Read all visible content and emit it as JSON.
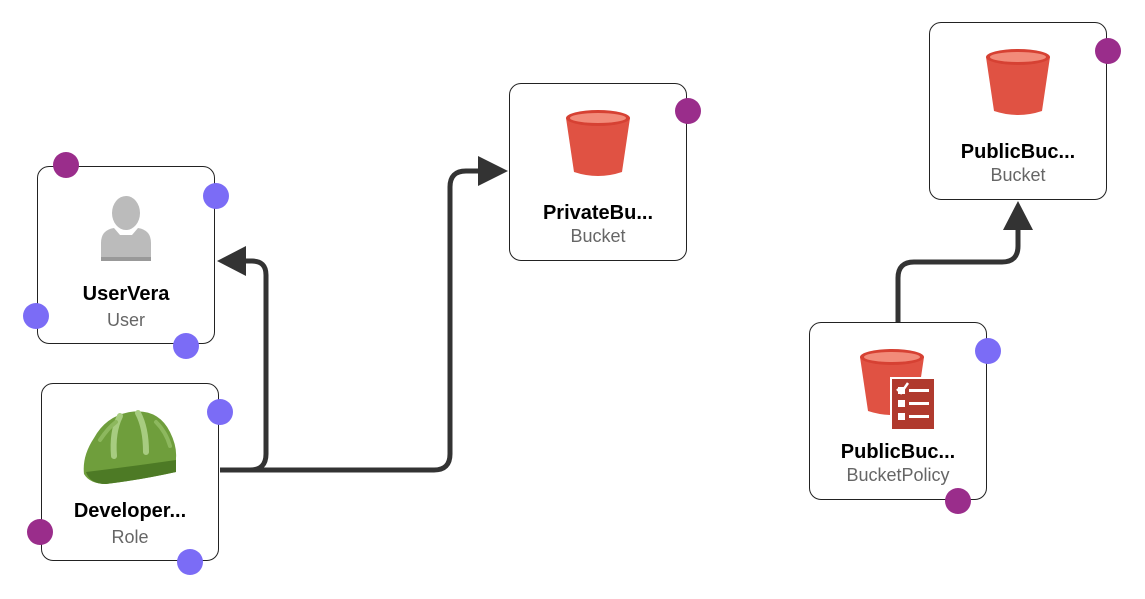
{
  "colors": {
    "port_in": "#7b6cf6",
    "port_out": "#9a2d8b",
    "bucket": "#e05243",
    "helmet": "#6f9e3c",
    "user": "#bbbbbb",
    "edge": "#333333"
  },
  "nodes": {
    "user_vera": {
      "label": "UserVera",
      "type": "User",
      "icon": "user-icon"
    },
    "developer": {
      "label": "Developer...",
      "type": "Role",
      "icon": "helmet-icon"
    },
    "private_bucket": {
      "label": "PrivateBu...",
      "type": "Bucket",
      "icon": "bucket-icon"
    },
    "public_bucket": {
      "label": "PublicBuc...",
      "type": "Bucket",
      "icon": "bucket-icon"
    },
    "public_bucket_policy": {
      "label": "PublicBuc...",
      "type": "BucketPolicy",
      "icon": "bucket-policy-icon"
    }
  },
  "edges": [
    {
      "from": "Developer...",
      "to": "UserVera"
    },
    {
      "from": "Developer...",
      "to": "PrivateBu..."
    },
    {
      "from": "PublicBuc... (BucketPolicy)",
      "to": "PublicBuc... (Bucket)"
    }
  ]
}
